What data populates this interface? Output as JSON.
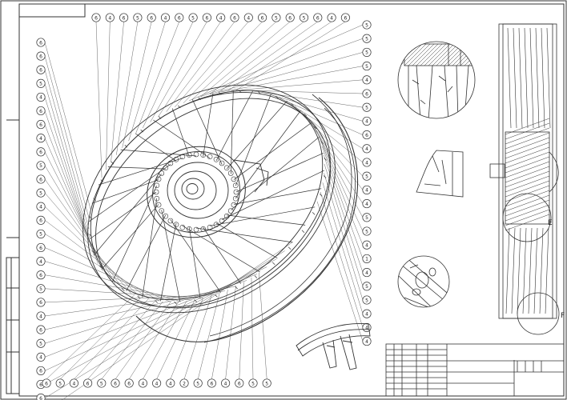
{
  "drawing": {
    "view_labels": [
      "E",
      "F"
    ],
    "balloons": {
      "top": [
        "6",
        "4",
        "6",
        "5",
        "6",
        "4",
        "6",
        "5",
        "6",
        "4",
        "6",
        "4",
        "6",
        "5",
        "6",
        "5",
        "6",
        "4",
        "6"
      ],
      "left": [
        "6",
        "6",
        "6",
        "5",
        "4",
        "6",
        "6",
        "4",
        "6",
        "5",
        "6",
        "5",
        "4",
        "6",
        "5",
        "6",
        "4",
        "6",
        "5",
        "6",
        "4",
        "6",
        "5",
        "4",
        "6",
        "6",
        "6",
        "6"
      ],
      "right": [
        "5",
        "5",
        "5",
        "5",
        "4",
        "6",
        "5",
        "4",
        "6",
        "4",
        "4",
        "5",
        "4",
        "4",
        "5",
        "5",
        "4",
        "1",
        "4",
        "5",
        "5",
        "4",
        "4",
        "4"
      ],
      "bottom": [
        "6",
        "5",
        "4",
        "6",
        "5",
        "6",
        "6",
        "4",
        "4",
        "4",
        "2",
        "5",
        "6",
        "4",
        "6",
        "5",
        "5"
      ]
    }
  },
  "colors": {
    "line": "#333333",
    "paper": "#ffffff"
  }
}
